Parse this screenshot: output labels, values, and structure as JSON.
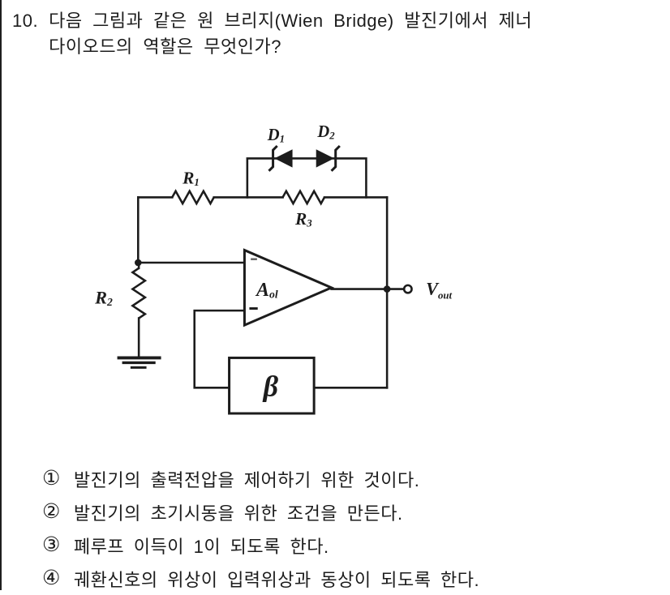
{
  "question": {
    "number": "10.",
    "line1": "다음 그림과 같은 원 브리지(Wien Bridge) 발진기에서 제너",
    "line2": "다이오드의 역할은 무엇인가?"
  },
  "circuit": {
    "labels": {
      "d1": {
        "base": "D",
        "sub": "1"
      },
      "d2": {
        "base": "D",
        "sub": "2"
      },
      "r1": {
        "base": "R",
        "sub": "1"
      },
      "r2": {
        "base": "R",
        "sub": "2"
      },
      "r3": {
        "base": "R",
        "sub": "3"
      },
      "amp": {
        "base": "A",
        "sub": "ol"
      },
      "vout": {
        "base": "V",
        "sub": "out"
      },
      "beta": "β"
    }
  },
  "choices": [
    {
      "marker": "①",
      "text": "발진기의 출력전압을 제어하기 위한 것이다."
    },
    {
      "marker": "②",
      "text": "발진기의 초기시동을 위한 조건을 만든다."
    },
    {
      "marker": "③",
      "text": "폐루프 이득이 1이 되도록 한다."
    },
    {
      "marker": "④",
      "text": "궤환신호의 위상이 입력위상과 동상이 되도록 한다."
    }
  ],
  "colors": {
    "ink": "#1c1c1c",
    "paper": "#ffffff"
  }
}
